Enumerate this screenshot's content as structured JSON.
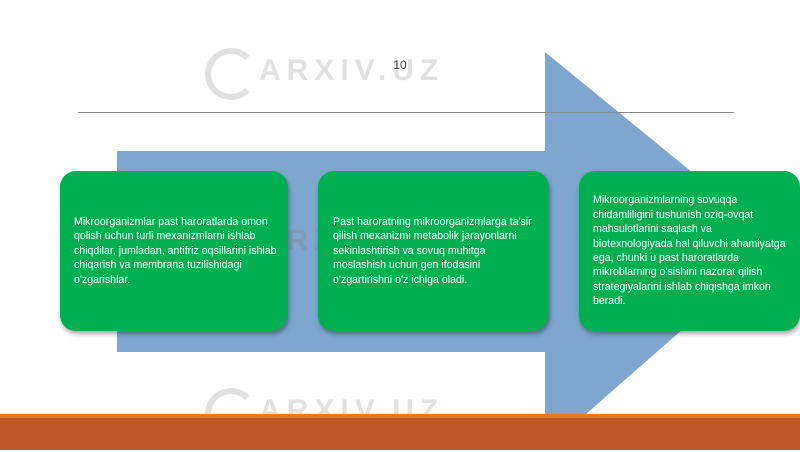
{
  "slide": {
    "page_number": "10"
  },
  "watermark": {
    "text": "ARXIV.UZ"
  },
  "colors": {
    "arrow": "#7ea6cf",
    "box": "#00b050",
    "box_text": "#ffffff",
    "rule": "#8a8a8a",
    "bottom_band": "#c2572a",
    "bottom_line": "#e07a2e"
  },
  "boxes": [
    {
      "text": "Mikroorganizmlar past haroratlarda omon qolish uchun turli mexanizmlarni ishlab chiqdilar, jumladan, antifriz oqsillarini ishlab chiqarish va membrana tuzilishidagi o'zgarishlar."
    },
    {
      "text": "Past haroratning mikroorganizmlarga ta'sir qilish mexanizmi metabolik jarayonlarni sekinlashtirish va sovuq muhitga moslashish uchun gen ifodasini o'zgartirishni o'z ichiga oladi."
    },
    {
      "text": "Mikroorganizmlarning sovuqqa chidamliligini tushunish oziq-ovqat mahsulotlarini saqlash va biotexnologiyada hal qiluvchi ahamiyatga ega, chunki u past haroratlarda mikroblarning o'sishini nazorat qilish strategiyalarini ishlab chiqishga imkon beradi."
    }
  ]
}
